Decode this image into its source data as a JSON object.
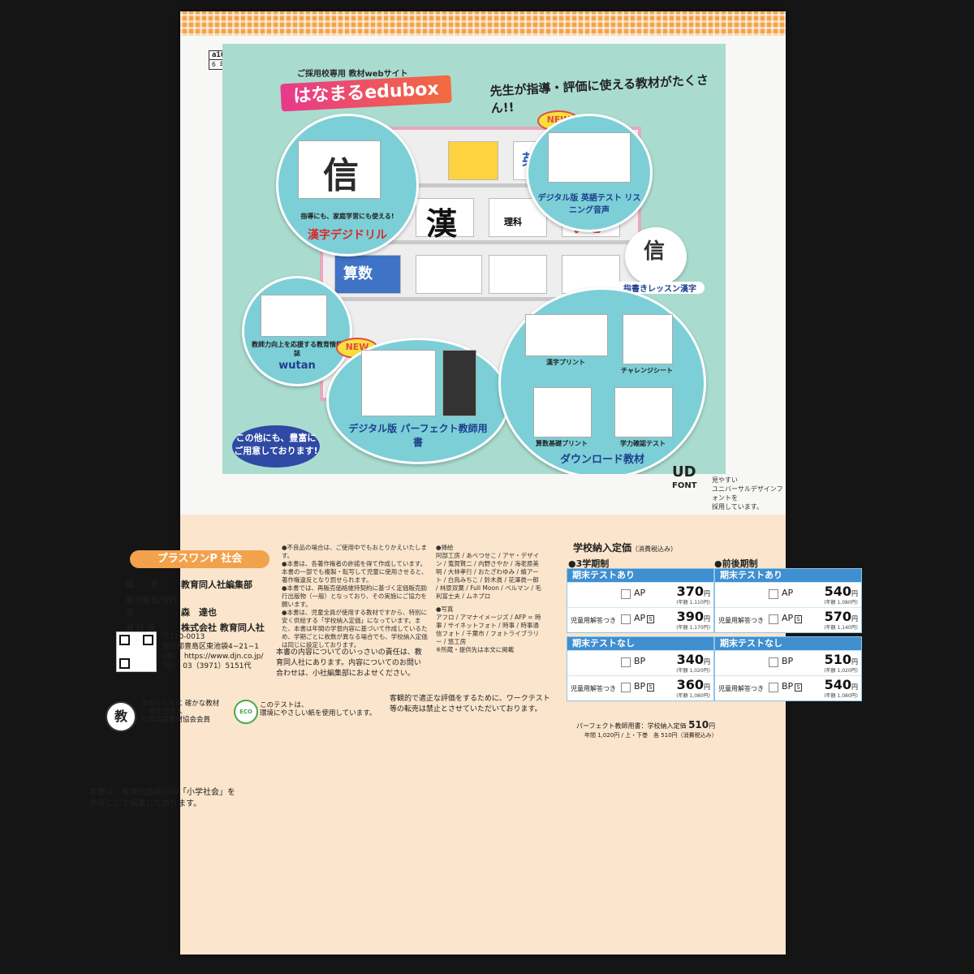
{
  "code": {
    "id": "a16605",
    "sub": "6 年"
  },
  "promo": {
    "subtitle": "ご採用校専用 教材webサイト",
    "title": "はなまるedubox",
    "tagline": "先生が指導・評価に使える教材がたくさん!!",
    "new": "NEW",
    "kanji_drill": "漢字デジドリル",
    "kanji_drill_desc": "指導にも、家庭学習にも使える!",
    "english": "デジタル版 英語テスト リスニング音声",
    "finger": "指書きレッスン漢字",
    "teacher_book": "デジタル版 パーフェクト教師用書",
    "wutan": "wutan",
    "wutan_desc": "教師力向上を応援する教育情報誌",
    "download": "ダウンロード教材",
    "kanji_print": "漢字プリント",
    "challenge": "チャレンジシート",
    "sansu_print": "算数基礎プリント",
    "gakuryoku": "学力確認テスト",
    "callout": "この他にも、豊富にご用意しております!",
    "glyph_kanji": "漢",
    "glyph_shin": "信",
    "glyph_maru": "丸",
    "eigo": "英語",
    "sansu": "算数",
    "rika": "理科"
  },
  "ud": {
    "mark": "UD",
    "font": "FONT",
    "text1": "見やすい",
    "text2": "ユニバーサルデザインフォントを",
    "text3": "採用しています。"
  },
  "product": {
    "badge": "プラスワンP 社会"
  },
  "credits": {
    "editor_k": "編　　者",
    "editor_v": "教育同人社編集部",
    "author_k": "著作権者/発行者",
    "author_v": "森　達也",
    "publisher_k": "発 行 所",
    "publisher_v": "株式会社 教育同人社"
  },
  "address": {
    "zip": "〒170-0013",
    "addr": "東京都豊島区東池袋4−21−1",
    "url": "URL　https://www.djn.co.jp/",
    "tel": "TEL　03（3971）5151代"
  },
  "notes": {
    "n1": "●不良品の場合は、ご使用中でもおとりかえいたします。",
    "n2": "●本書は、各著作権者の許諾を得て作成しています。本書の一部でも複製・転写して児童に使用させると、著作権違反となり罰せられます。",
    "n3": "●本書では、再販売価格維持契約に基づく定価販売励行出版物（一般）となっており、その実施にご協力を願います。",
    "n4": "●本書は、児童全員が使用する教材ですから、特別に安く供給する「学校納入定価」になっています。また、本書は年間の学習内容に基づいて作成しているため、学期ごとに枚数が異なる場合でも、学校納入定価は同じに設定しております。"
  },
  "illustration": {
    "h": "●挿絵",
    "t": "阿部工房 / あべつせこ / アヤ・デザイン / 蒐賀賢二 / 内野さやか / 海老原美明 / 大林孝行 / おたざわゆみ / 蜻アート / 白鳥みちこ / 鈴木眞 / 花澤眞一郎 / 林原双葉 / Full Moon / ベルマン / 毛利富士夫 / ムネプロ"
  },
  "photo": {
    "h": "●写真",
    "t": "アフロ / アマナイメージズ / AFP = 時事 / サイネットフォト / 時事 / 時事通信フォト / 千葉市 / フォトライブラリー / 悠工房",
    "note": "※所蔵・提供先は本文に掲載"
  },
  "responsibility": "本書の内容についてのいっさいの責任は、教育同人社にあります。内容についてのお問い合わせは、小社編集部におよせください。",
  "assoc": {
    "mark": "教",
    "t1": "学校とともに 確かな教材",
    "t2": "一般社団法人",
    "t3": "日本図書教材協会会員"
  },
  "eco": {
    "mark": "ECO",
    "t1": "このテストは、",
    "t2": "環境にやさしい紙を使用しています。"
  },
  "objective": "客観的で適正な評価をするために、ワークテスト等の転売は禁止とさせていただいております。",
  "reference": {
    "l1": "本書は、教育出版発行の「小学社会」を",
    "l2": "参考にして編集してあります。"
  },
  "pricing": {
    "title": "学校納入定価",
    "tax": "（消費税込み）",
    "three": "●3学期制",
    "two": "●前後期制",
    "with_test": "期末テストあり",
    "no_test": "期末テストなし",
    "answer": "児童用解答つき",
    "s": "S",
    "yen": "円",
    "three_with": [
      {
        "code": "AP",
        "price": "370",
        "year": "(年額 1,110円)"
      },
      {
        "code": "AP",
        "price": "390",
        "year": "(年額 1,170円)"
      }
    ],
    "three_no": [
      {
        "code": "BP",
        "price": "340",
        "year": "(年額 1,020円)"
      },
      {
        "code": "BP",
        "price": "360",
        "year": "(年額 1,080円)"
      }
    ],
    "two_with": [
      {
        "code": "AP",
        "price": "540",
        "year": "(年額 1,080円)"
      },
      {
        "code": "AP",
        "price": "570",
        "year": "(年額 1,140円)"
      }
    ],
    "two_no": [
      {
        "code": "BP",
        "price": "510",
        "year": "(年額 1,020円)"
      },
      {
        "code": "BP",
        "price": "540",
        "year": "(年額 1,080円)"
      }
    ],
    "perfect_label": "パーフェクト教師用書：学校納入定価",
    "perfect_price": "510",
    "perfect_note": "年間 1,020円 / 上・下巻　各 510円（消費税込み）"
  }
}
